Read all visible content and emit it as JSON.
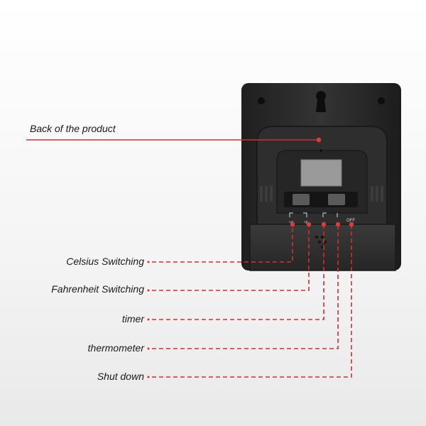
{
  "main_label": "Back of the product",
  "callouts": [
    {
      "label": "Celsius Switching"
    },
    {
      "label": "Fahrenheit Switching"
    },
    {
      "label": "timer"
    },
    {
      "label": "thermometer"
    },
    {
      "label": "Shut down"
    }
  ],
  "switch_marks": [
    "°C",
    "°F",
    "OFF"
  ],
  "colors": {
    "callout_line": "#d32f2f",
    "device_body": "#2b2b2b",
    "label_text": "#1a1a1a"
  }
}
